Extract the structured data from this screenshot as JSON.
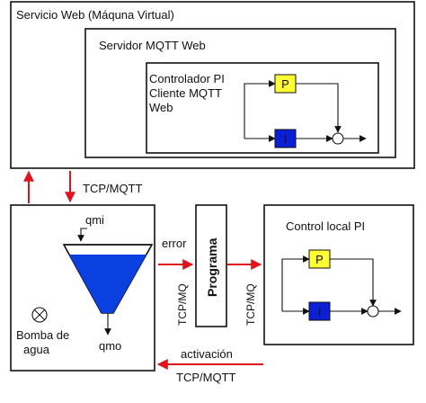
{
  "labels": {
    "servicio_web": "Servicio Web (Máquna Virtual)",
    "servidor_mqtt": "Servidor MQTT Web",
    "controlador_line1": "Controlador PI",
    "controlador_line2": "Cliente  MQTT",
    "controlador_line3": "Web",
    "p_block": "P",
    "i_block": "I",
    "tcp_mqtt_top": "TCP/MQTT",
    "qmi": "qmi",
    "qmo": "qmo",
    "bomba_line1": "Bomba de",
    "bomba_line2": "agua",
    "error": "error",
    "programa": "Programa",
    "tcp_mq_left": "TCP/MQ",
    "tcp_mq_right": "TCP/MQ",
    "control_local": "Control local PI",
    "p_block_local": "P",
    "i_block_local": "I",
    "activacion": "activación",
    "tcp_mqtt_bottom": "TCP/MQTT"
  },
  "colors": {
    "p_block": "#ffff33",
    "i_block": "#0a1fd6",
    "tank": "#0a3fe0",
    "network_arrow": "#e0141c"
  },
  "icons": {
    "pump": "circle-cross-icon",
    "summing_junction": "summing-junction-icon"
  }
}
